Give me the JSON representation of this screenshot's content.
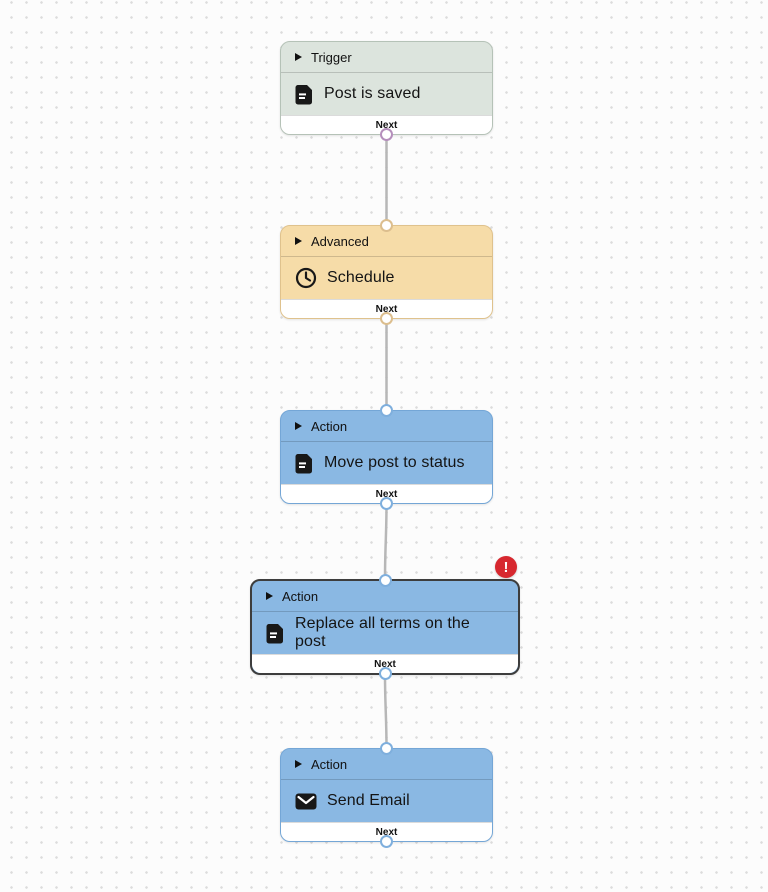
{
  "canvas": {
    "background": "#fcfcfc",
    "dot_color": "#dcdcdc"
  },
  "edges": {
    "color": "#b7b7b7"
  },
  "error_badge": {
    "symbol": "!",
    "color": "#d7282f",
    "text_color": "#ffffff"
  },
  "nodes": [
    {
      "category": "Trigger",
      "label": "Post is saved",
      "footer_label": "Next",
      "icon": "document-icon",
      "theme": {
        "bg": "#dce4dd",
        "border": "#b5c2b7",
        "handle": "#b58fbc"
      }
    },
    {
      "category": "Advanced",
      "label": "Schedule",
      "footer_label": "Next",
      "icon": "clock-icon",
      "theme": {
        "bg": "#f6dca8",
        "border": "#dfc28d",
        "handle": "#dcbe8e"
      }
    },
    {
      "category": "Action",
      "label": "Move post to status",
      "footer_label": "Next",
      "icon": "document-icon",
      "theme": {
        "bg": "#8ab8e3",
        "border": "#74a6d6",
        "handle": "#7fafdd"
      }
    },
    {
      "category": "Action",
      "label": "Replace all terms on the post",
      "footer_label": "Next",
      "icon": "document-icon",
      "has_error": true,
      "theme": {
        "bg": "#8ab8e3",
        "border": "#3d3d3d",
        "handle": "#7fafdd"
      }
    },
    {
      "category": "Action",
      "label": "Send Email",
      "footer_label": "Next",
      "icon": "email-icon",
      "theme": {
        "bg": "#8ab8e3",
        "border": "#74a6d6",
        "handle": "#7fafdd"
      }
    }
  ]
}
